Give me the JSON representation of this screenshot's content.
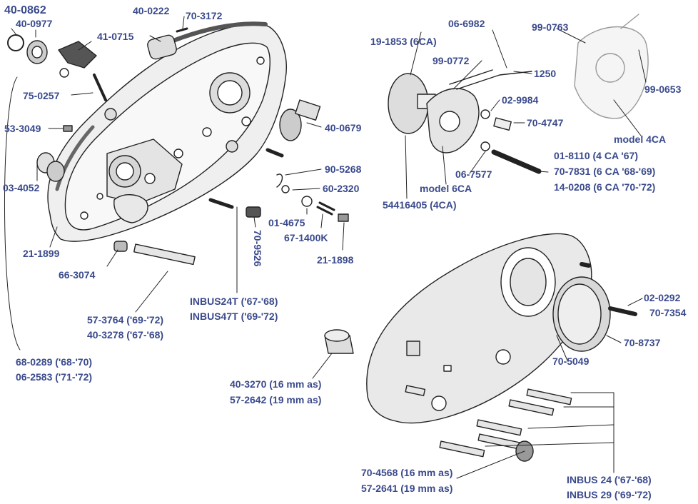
{
  "colors": {
    "label": "#3a4a8c",
    "line": "#222222",
    "part_fill": "#f3f3f3"
  },
  "labels": {
    "p40_0862": "40-0862",
    "p40_0977": "40-0977",
    "p41_0715": "41-0715",
    "p40_0222": "40-0222",
    "p70_3172": "70-3172",
    "p75_0257": "75-0257",
    "p53_3049": "53-3049",
    "p03_4052": "03-4052",
    "p21_1899": "21-1899",
    "p66_3074": "66-3074",
    "p57_3764": "57-3764 ('69-'72)",
    "p40_3278": "40-3278 ('67-'68)",
    "p68_0289": "68-0289 ('68-'70)",
    "p06_2583": "06-2583 ('71-'72)",
    "p40_0679": "40-0679",
    "p90_5268": "90-5268",
    "p60_2320": "60-2320",
    "p01_4675": "01-4675",
    "p67_1400k": "67-1400K",
    "p21_1898": "21-1898",
    "p70_9526": "70-9526",
    "inbus24t": "INBUS24T ('67-'68)",
    "inbus47t": "INBUS47T ('69-'72)",
    "p19_1853": "19-1853 (6CA)",
    "p06_6982": "06-6982",
    "p99_0772": "99-0772",
    "p1250": "1250",
    "p02_9984": "02-9984",
    "p70_4747": "70-4747",
    "p01_8110": "01-8110 (4 CA '67)",
    "p70_7831": "70-7831 (6 CA '68-'69)",
    "p14_0208": "14-0208 (6 CA '70-'72)",
    "p06_7577": "06-7577",
    "model_6ca": "model 6CA",
    "p54416405": "54416405 (4CA)",
    "p99_0763": "99-0763",
    "p99_0653": "99-0653",
    "model_4ca": "model 4CA",
    "p02_0292": "02-0292",
    "p70_7354": "70-7354",
    "p70_8737": "70-8737",
    "p70_5049": "70-5049",
    "p40_3270": "40-3270 (16 mm as)",
    "p57_2642": "57-2642 (19 mm as)",
    "p70_4568": "70-4568 (16 mm as)",
    "p57_2641": "57-2641 (19 mm as)",
    "inbus24": "INBUS 24 ('67-'68)",
    "inbus29": "INBUS 29 ('69-'72)"
  }
}
